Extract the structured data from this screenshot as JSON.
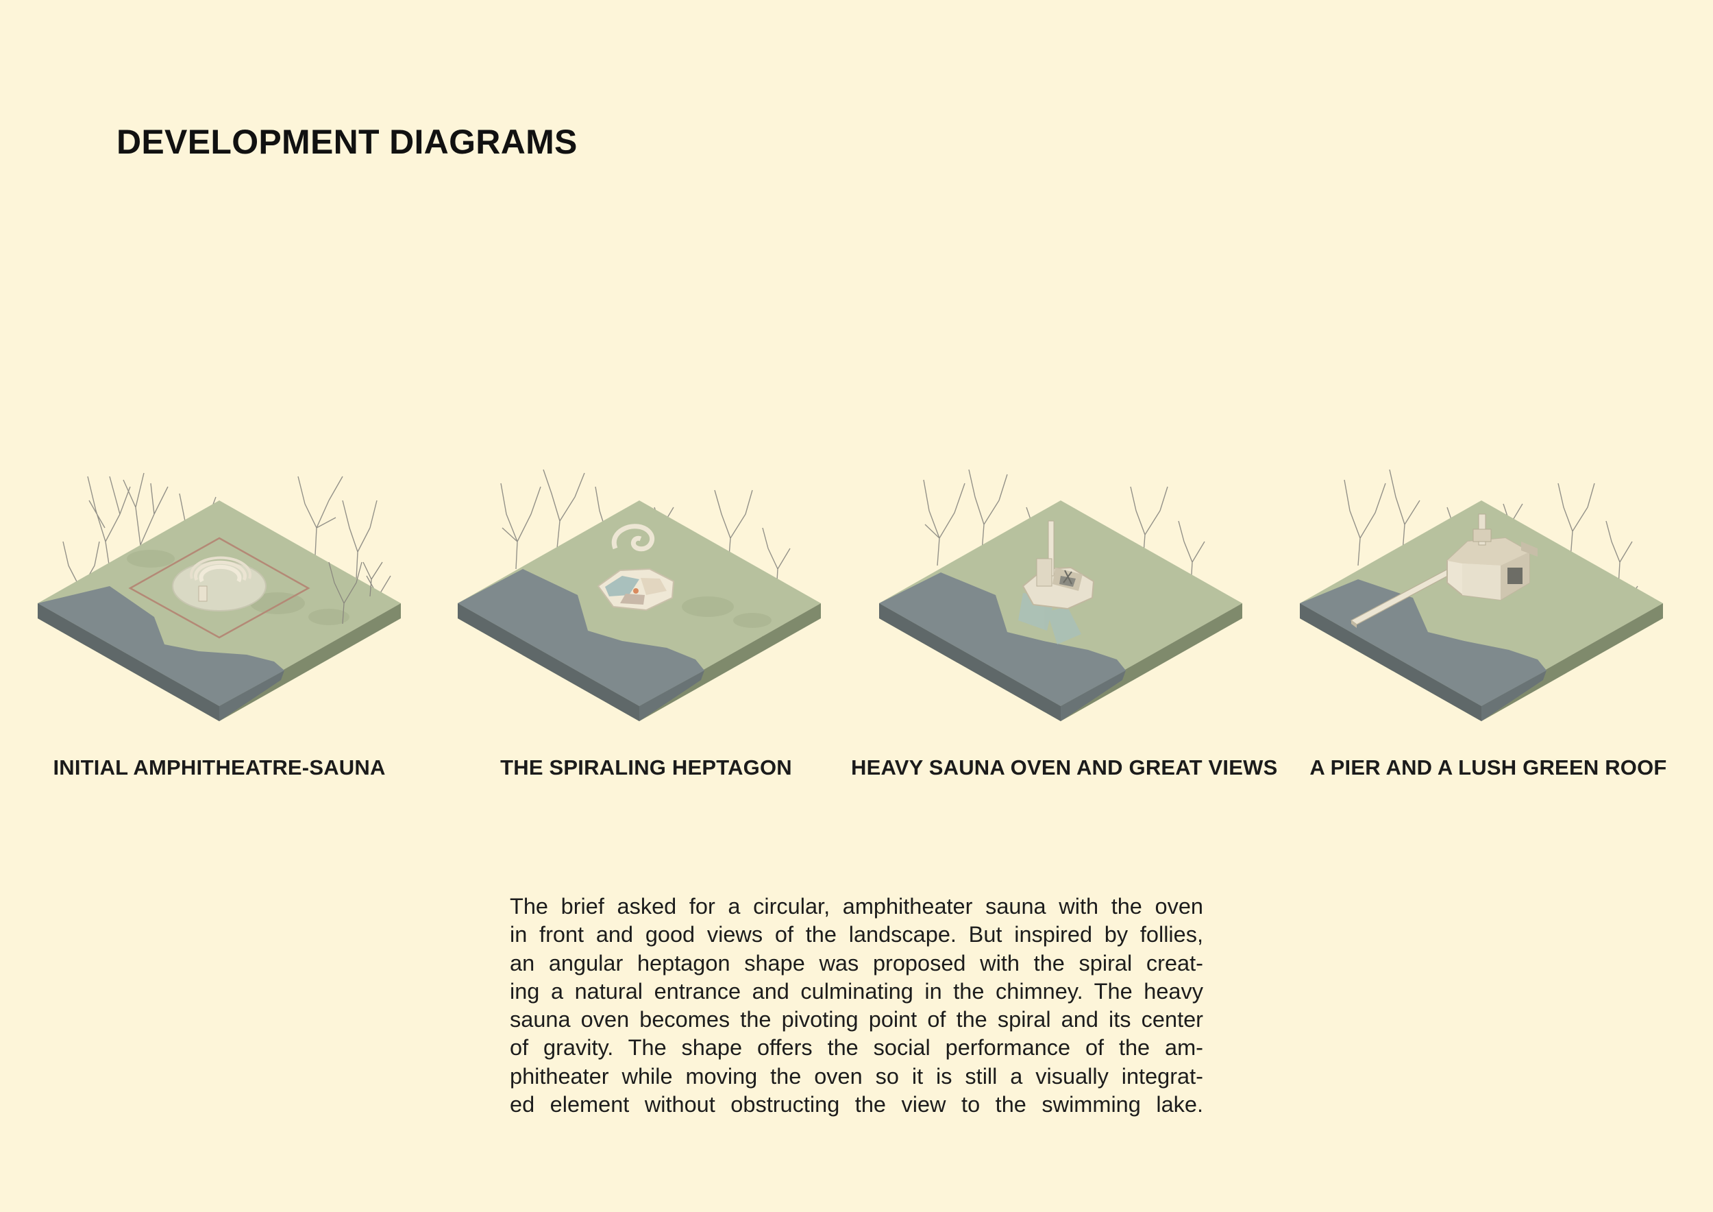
{
  "page": {
    "title": "DEVELOPMENT DIAGRAMS",
    "background_color": "#fdf5d9"
  },
  "diagrams": [
    {
      "caption": "INITIAL AMPHITHEATRE-SAUNA",
      "stage": "amphitheatre"
    },
    {
      "caption": "THE SPIRALING HEPTAGON",
      "stage": "heptagon"
    },
    {
      "caption": "HEAVY SAUNA OVEN AND GREAT VIEWS",
      "stage": "oven"
    },
    {
      "caption": "A PIER AND A LUSH GREEN ROOF",
      "stage": "pier"
    }
  ],
  "description": {
    "lines": [
      "The brief asked for a circular, amphitheater sauna with the oven",
      "in front and good views of the landscape.  But inspired by follies,",
      "an angular heptagon shape was proposed with the spiral creat-",
      "ing a natural entrance and culminating in the chimney. The heavy",
      "sauna oven becomes the pivoting point of the spiral and its center",
      "of gravity. The shape offers the social performance of the am-",
      "phitheater while moving the oven so it is still a visually integrat-",
      "ed element without obstructing the view to the swimming lake."
    ]
  },
  "colors": {
    "terrain_top": "#b7c19e",
    "terrain_side": "#7f8a6c",
    "terrain_dark": "#6a7456",
    "lake": "#7f8a8d",
    "lake_edge": "#697375",
    "structure": "#efe8d6",
    "structure_shadow": "#d1c8b2",
    "tree": "#8f8d84",
    "glass": "#a8c0bc"
  }
}
